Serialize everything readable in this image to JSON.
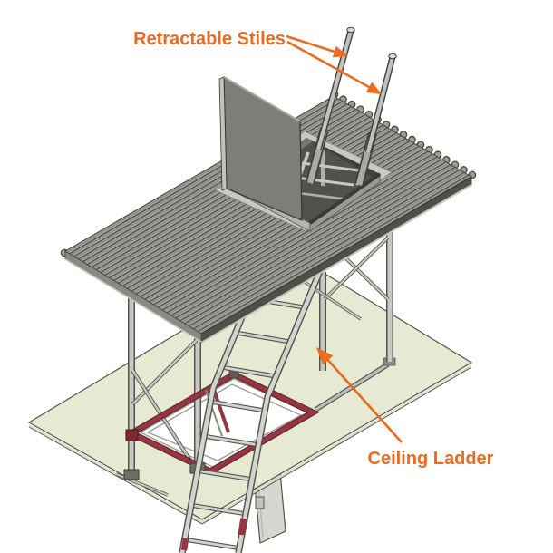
{
  "figure": {
    "type": "technical-illustration",
    "background": "#ffffff",
    "labels": {
      "stiles": "Retractable Stiles",
      "ladder": "Ceiling Ladder"
    },
    "colors": {
      "accent": "#ED6A1F",
      "frame_red": "#953642",
      "roof_gray": "#A6A6A0",
      "ceiling_green": "#E6EAD3",
      "steel_light": "#D4D4CE",
      "hatch_door_gray": "#7E7E78"
    },
    "parts": [
      "corrugated roof deck",
      "roof hatch curb and flashing",
      "open hatch door",
      "two retractable stiles",
      "support legs with cross braces",
      "inclined ceiling ladder with rungs",
      "ceiling panel with red mounting frame",
      "hinged ceiling door panel below opening"
    ]
  }
}
